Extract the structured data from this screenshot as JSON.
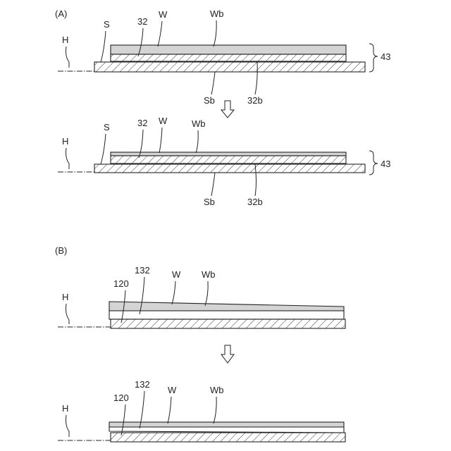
{
  "panel_a": {
    "label": "(A)",
    "step1": {
      "h": "H",
      "s": "S",
      "n32": "32",
      "w": "W",
      "wb": "Wb",
      "sb": "Sb",
      "n32b": "32b",
      "n43": "43"
    },
    "step2": {
      "h": "H",
      "s": "S",
      "n32": "32",
      "w": "W",
      "wb": "Wb",
      "sb": "Sb",
      "n32b": "32b",
      "n43": "43"
    }
  },
  "panel_b": {
    "label": "(B)",
    "step1": {
      "h": "H",
      "n120": "120",
      "n132": "132",
      "w": "W",
      "wb": "Wb"
    },
    "step2": {
      "h": "H",
      "n120": "120",
      "n132": "132",
      "w": "W",
      "wb": "Wb"
    }
  },
  "colors": {
    "wafer_fill": "#d4d4d4",
    "line": "#222222",
    "background": "#ffffff"
  },
  "icons": {
    "down_arrow": "hollow-down-arrow-icon",
    "brace": "right-brace-icon"
  }
}
